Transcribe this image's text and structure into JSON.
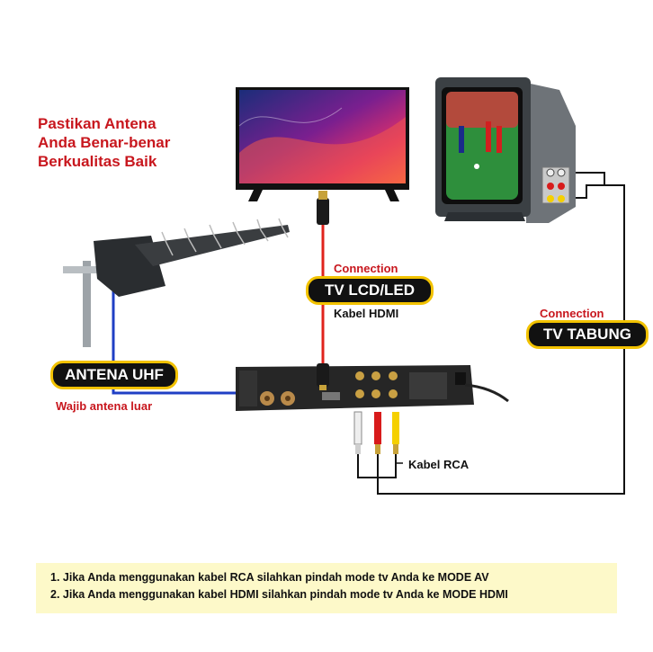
{
  "title_lines": [
    "Pastikan Antena",
    "Anda Benar-benar",
    "Berkualitas Baik"
  ],
  "connection_lcd": "Connection",
  "pill_lcd": "TV LCD/LED",
  "kabel_hdmi": "Kabel HDMI",
  "connection_tabung": "Connection",
  "pill_tabung": "TV TABUNG",
  "pill_antena": "ANTENA UHF",
  "wajib_antena": "Wajib antena luar",
  "kabel_rca": "Kabel RCA",
  "notes": [
    "1. Jika Anda menggunakan kabel RCA silahkan pindah mode tv Anda ke MODE AV",
    "2. Jika Anda menggunakan kabel HDMI silahkan pindah mode tv Anda ke MODE HDMI"
  ],
  "colors": {
    "accent_red": "#c8171e",
    "pill_border": "#f2c200",
    "hdmi_cable": "#e0231c",
    "antenna_cable": "#1f3fc4",
    "rca_yellow": "#f5d000",
    "rca_red": "#d81b1b",
    "rca_white": "#eeeeee"
  }
}
